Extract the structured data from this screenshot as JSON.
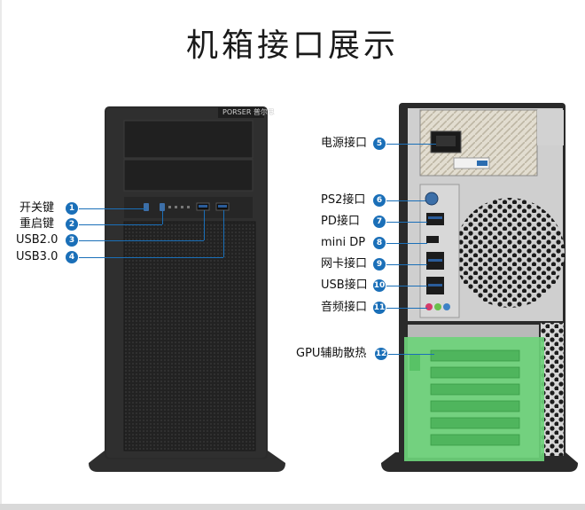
{
  "page": {
    "title": "机箱接口展示"
  },
  "front_case": {
    "brand": "PORSER 普尔思"
  },
  "front_ports": [
    {
      "num": "1",
      "label": "开关键"
    },
    {
      "num": "2",
      "label": "重启键"
    },
    {
      "num": "3",
      "label": "USB2.0"
    },
    {
      "num": "4",
      "label": "USB3.0"
    }
  ],
  "rear_ports": [
    {
      "num": "5",
      "label": "电源接口"
    },
    {
      "num": "6",
      "label": "PS2接口"
    },
    {
      "num": "7",
      "label": "PD接口"
    },
    {
      "num": "8",
      "label": "mini DP"
    },
    {
      "num": "9",
      "label": "网卡接口"
    },
    {
      "num": "10",
      "label": "USB接口"
    },
    {
      "num": "11",
      "label": "音频接口"
    },
    {
      "num": "12",
      "label": "GPU辅助散热"
    }
  ],
  "colors": {
    "accent": "#1a6fb8",
    "gpu_highlight": "#6dd37a",
    "case": "#2b2b2b"
  }
}
